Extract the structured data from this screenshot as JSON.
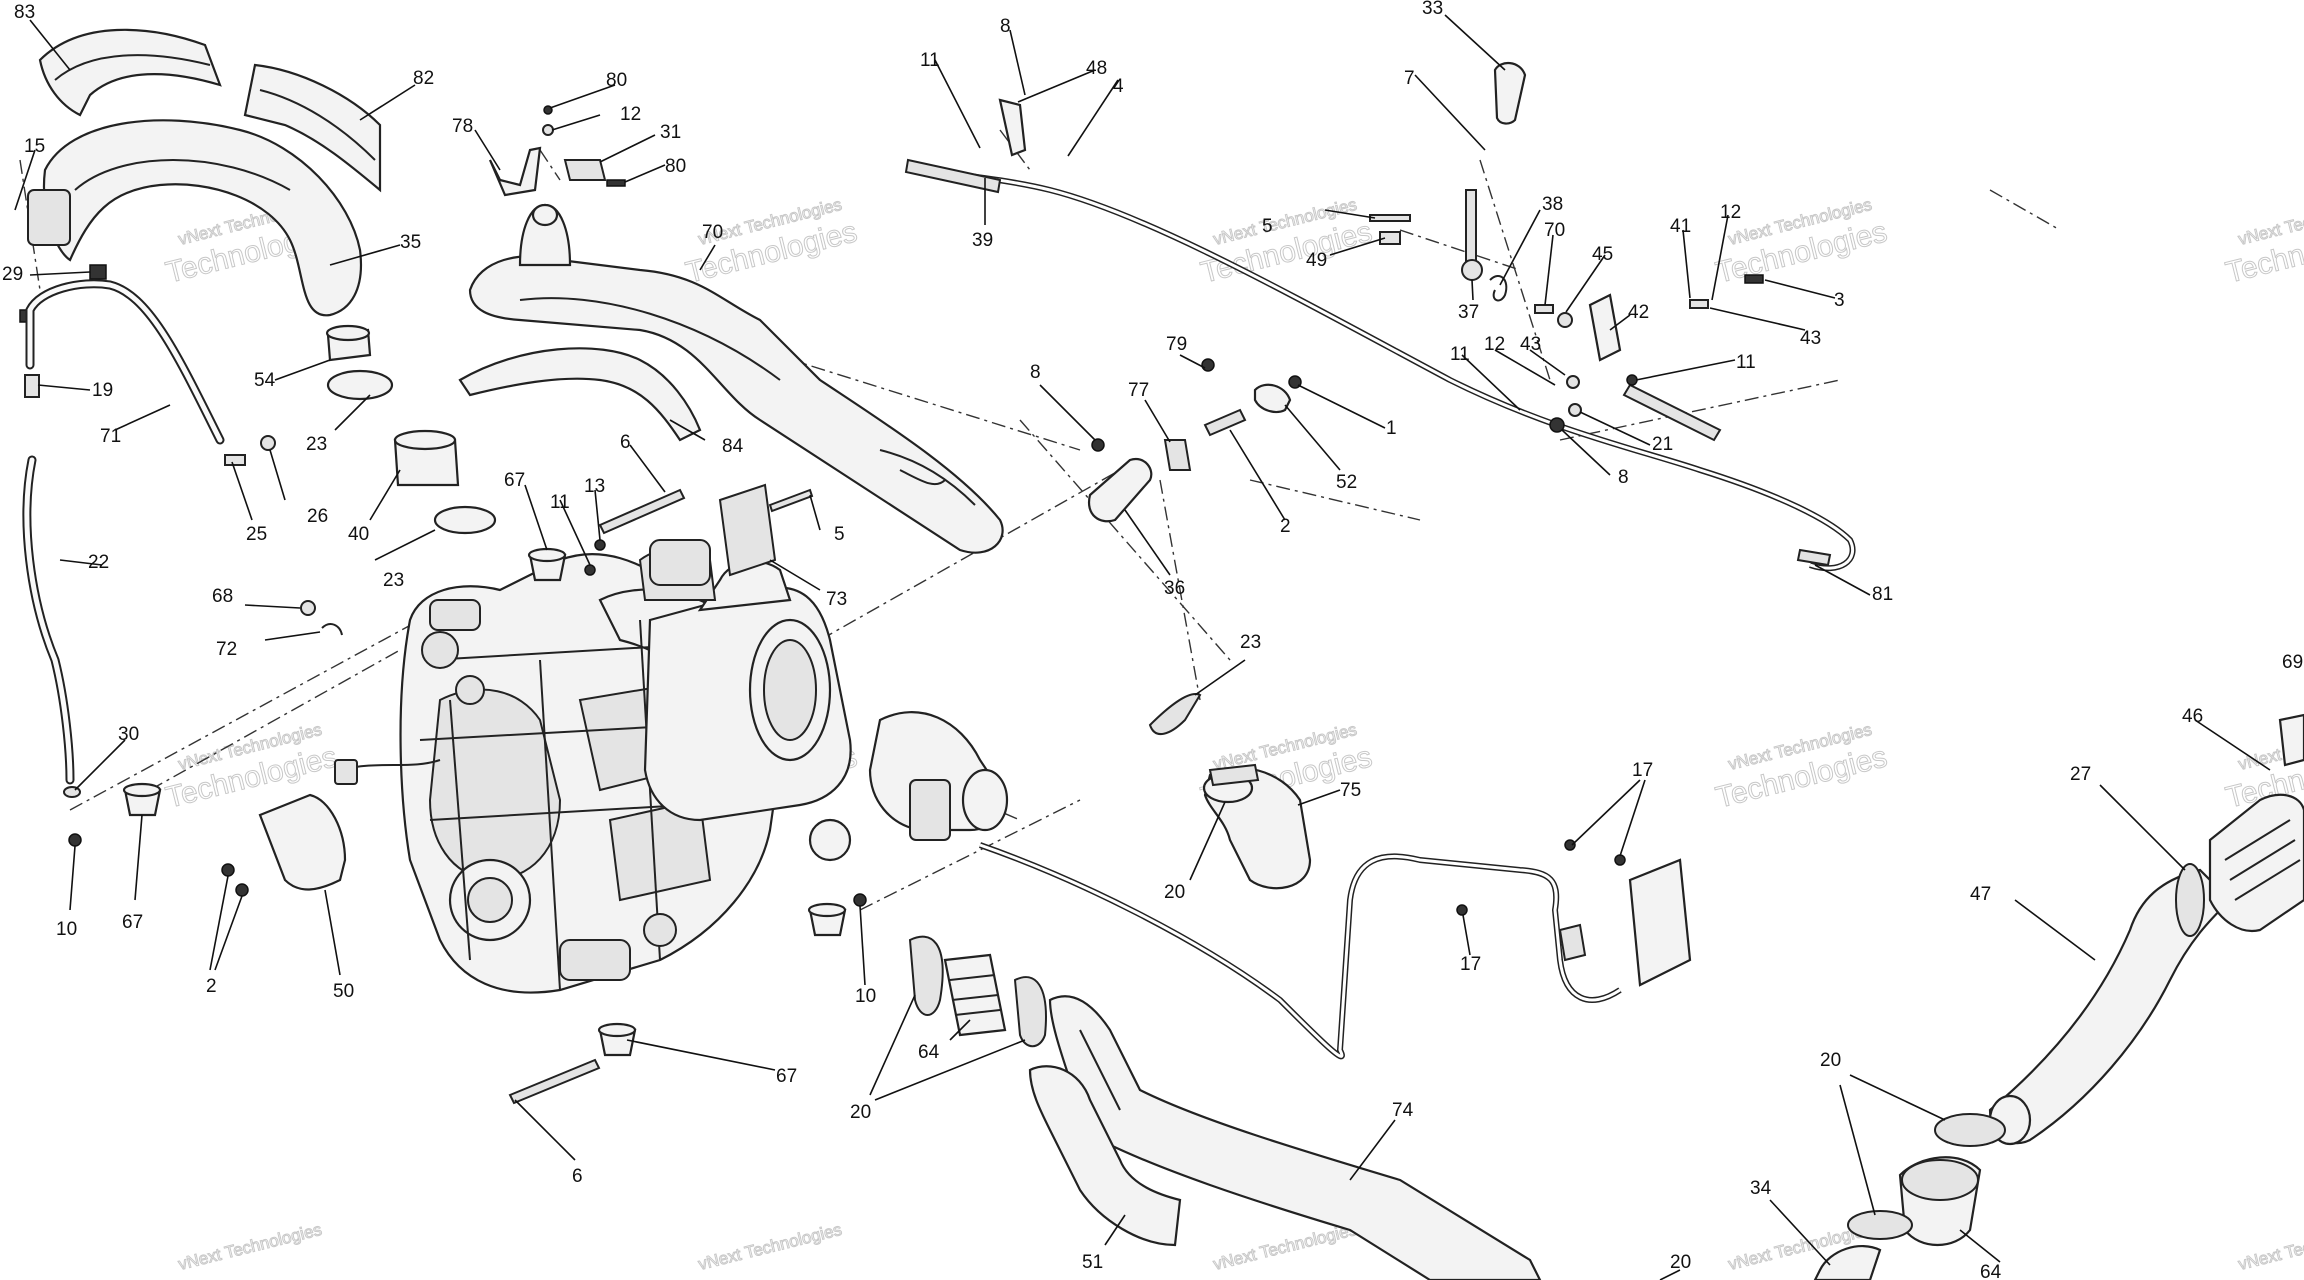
{
  "watermark": {
    "brand": "vNext Technologies",
    "word": "Technologies"
  },
  "callouts": [
    {
      "id": "c83",
      "text": "83"
    },
    {
      "id": "c82",
      "text": "82"
    },
    {
      "id": "c15",
      "text": "15"
    },
    {
      "id": "c35",
      "text": "35"
    },
    {
      "id": "c29",
      "text": "29"
    },
    {
      "id": "c54",
      "text": "54"
    },
    {
      "id": "c19",
      "text": "19"
    },
    {
      "id": "c71",
      "text": "71"
    },
    {
      "id": "c23a",
      "text": "23"
    },
    {
      "id": "c25",
      "text": "25"
    },
    {
      "id": "c26",
      "text": "26"
    },
    {
      "id": "c40",
      "text": "40"
    },
    {
      "id": "c22",
      "text": "22"
    },
    {
      "id": "c23b",
      "text": "23"
    },
    {
      "id": "c68",
      "text": "68"
    },
    {
      "id": "c72",
      "text": "72"
    },
    {
      "id": "c30",
      "text": "30"
    },
    {
      "id": "c10a",
      "text": "10"
    },
    {
      "id": "c67a",
      "text": "67"
    },
    {
      "id": "c2a",
      "text": "2"
    },
    {
      "id": "c50",
      "text": "50"
    },
    {
      "id": "c80a",
      "text": "80"
    },
    {
      "id": "c12a",
      "text": "12"
    },
    {
      "id": "c78",
      "text": "78"
    },
    {
      "id": "c31",
      "text": "31"
    },
    {
      "id": "c80b",
      "text": "80"
    },
    {
      "id": "c70a",
      "text": "70"
    },
    {
      "id": "c84",
      "text": "84"
    },
    {
      "id": "c6a",
      "text": "6"
    },
    {
      "id": "c67b",
      "text": "67"
    },
    {
      "id": "c11a",
      "text": "11"
    },
    {
      "id": "c13",
      "text": "13"
    },
    {
      "id": "c5a",
      "text": "5"
    },
    {
      "id": "c73",
      "text": "73"
    },
    {
      "id": "c67c",
      "text": "67"
    },
    {
      "id": "c6b",
      "text": "6"
    },
    {
      "id": "c10b",
      "text": "10"
    },
    {
      "id": "c8a",
      "text": "8"
    },
    {
      "id": "c11b",
      "text": "11"
    },
    {
      "id": "c48",
      "text": "48"
    },
    {
      "id": "c4",
      "text": "4"
    },
    {
      "id": "c39",
      "text": "39"
    },
    {
      "id": "c33",
      "text": "33"
    },
    {
      "id": "c7",
      "text": "7"
    },
    {
      "id": "c5b",
      "text": "5"
    },
    {
      "id": "c49",
      "text": "49"
    },
    {
      "id": "c38",
      "text": "38"
    },
    {
      "id": "c70b",
      "text": "70"
    },
    {
      "id": "c37",
      "text": "37"
    },
    {
      "id": "c45",
      "text": "45"
    },
    {
      "id": "c41",
      "text": "41"
    },
    {
      "id": "c12b",
      "text": "12"
    },
    {
      "id": "c3",
      "text": "3"
    },
    {
      "id": "c43a",
      "text": "43"
    },
    {
      "id": "c42",
      "text": "42"
    },
    {
      "id": "c11c",
      "text": "11"
    },
    {
      "id": "c12c",
      "text": "12"
    },
    {
      "id": "c43b",
      "text": "43"
    },
    {
      "id": "c11d",
      "text": "11"
    },
    {
      "id": "c21",
      "text": "21"
    },
    {
      "id": "c8b",
      "text": "8"
    },
    {
      "id": "c8c",
      "text": "8"
    },
    {
      "id": "c79",
      "text": "79"
    },
    {
      "id": "c77",
      "text": "77"
    },
    {
      "id": "c1",
      "text": "1"
    },
    {
      "id": "c52",
      "text": "52"
    },
    {
      "id": "c2b",
      "text": "2"
    },
    {
      "id": "c36",
      "text": "36"
    },
    {
      "id": "c81",
      "text": "81"
    },
    {
      "id": "c23c",
      "text": "23"
    },
    {
      "id": "c75",
      "text": "75"
    },
    {
      "id": "c20a",
      "text": "20"
    },
    {
      "id": "c17a",
      "text": "17"
    },
    {
      "id": "c17b",
      "text": "17"
    },
    {
      "id": "c64a",
      "text": "64"
    },
    {
      "id": "c20b",
      "text": "20"
    },
    {
      "id": "c74",
      "text": "74"
    },
    {
      "id": "c51",
      "text": "51"
    },
    {
      "id": "c20c",
      "text": "20"
    },
    {
      "id": "c69",
      "text": "69"
    },
    {
      "id": "c46",
      "text": "46"
    },
    {
      "id": "c27",
      "text": "27"
    },
    {
      "id": "c47",
      "text": "47"
    },
    {
      "id": "c20d",
      "text": "20"
    },
    {
      "id": "c34",
      "text": "34"
    },
    {
      "id": "c64b",
      "text": "64"
    }
  ]
}
